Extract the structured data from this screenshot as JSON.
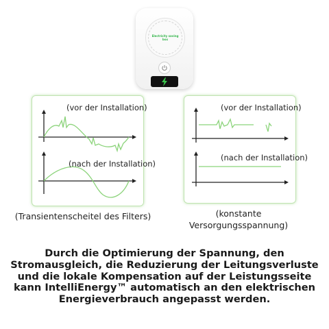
{
  "device": {
    "dial_label": "Electricity saving box"
  },
  "left_panel": {
    "label_top": "(vor der Installation)",
    "label_bottom": "(nach der Installation)",
    "caption": "(Transientenscheitel des Filters)"
  },
  "right_panel": {
    "label_top": "(vor der Installation)",
    "label_bottom": "(nach der Installation)",
    "caption": "(konstante Versorgungsspannung)"
  },
  "colors": {
    "wave": "#8bd37a",
    "panel_border": "#bfe3b0",
    "axis": "#222222",
    "bolt": "#39c24a"
  },
  "icons": [
    "lightning-bolt-icon",
    "power-icon"
  ],
  "description": "Durch die Optimierung der Spannung, den Stromausgleich, die Reduzierung der Leitungsverluste und die lokale Kompensation auf der Leistungsseite kann IntelliEnergy™ automatisch an den elektrischen Energieverbrauch angepasst werden."
}
